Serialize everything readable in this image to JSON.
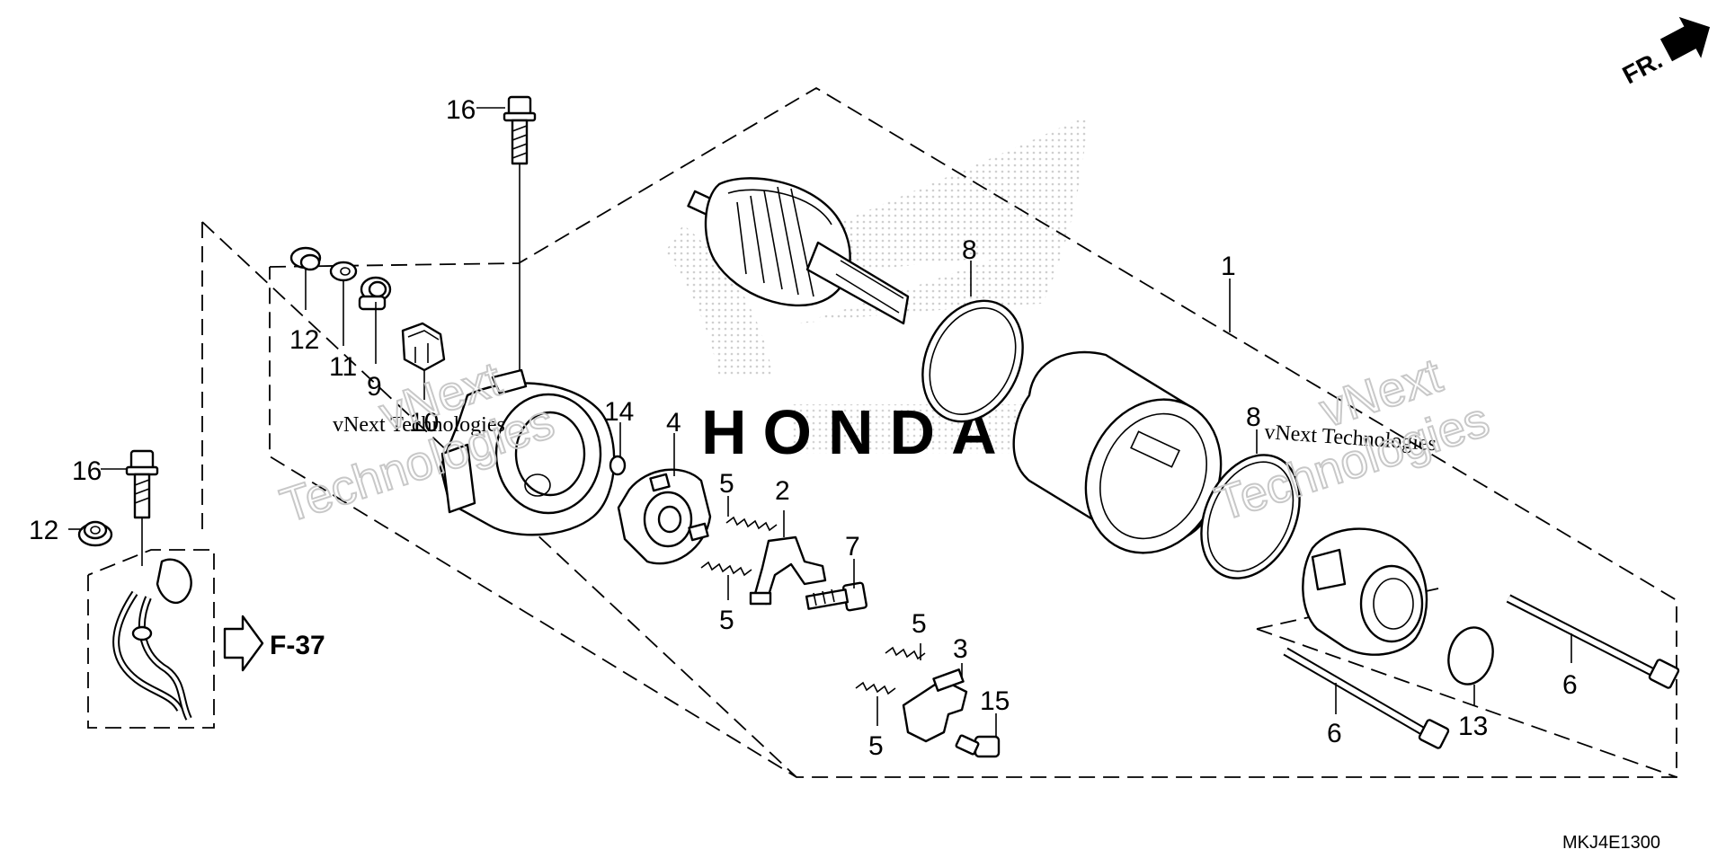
{
  "callouts": [
    {
      "id": "c16a",
      "label": "16"
    },
    {
      "id": "c16b",
      "label": "16"
    },
    {
      "id": "c12a",
      "label": "12"
    },
    {
      "id": "c11",
      "label": "11"
    },
    {
      "id": "c9",
      "label": "9"
    },
    {
      "id": "c10",
      "label": "10"
    },
    {
      "id": "c12b",
      "label": "12"
    },
    {
      "id": "c14",
      "label": "14"
    },
    {
      "id": "c4",
      "label": "4"
    },
    {
      "id": "c5a",
      "label": "5"
    },
    {
      "id": "c5b",
      "label": "5"
    },
    {
      "id": "c2",
      "label": "2"
    },
    {
      "id": "c7",
      "label": "7"
    },
    {
      "id": "c5c",
      "label": "5"
    },
    {
      "id": "c3",
      "label": "3"
    },
    {
      "id": "c5d",
      "label": "5"
    },
    {
      "id": "c15",
      "label": "15"
    },
    {
      "id": "c8a",
      "label": "8"
    },
    {
      "id": "c1",
      "label": "1"
    },
    {
      "id": "c8b",
      "label": "8"
    },
    {
      "id": "c6a",
      "label": "6"
    },
    {
      "id": "c6b",
      "label": "6"
    },
    {
      "id": "c13",
      "label": "13"
    }
  ],
  "reference": "F-37",
  "direction_marker": "FR.",
  "diagram_code": "MKJ4E1300",
  "watermark": {
    "line1": "vNext",
    "line2": "Technologies",
    "full": "vNext Technologies"
  },
  "colors": {
    "ink": "#000000",
    "watermark": "#c8c8c8",
    "logo_dots": "#cfcfcf"
  }
}
